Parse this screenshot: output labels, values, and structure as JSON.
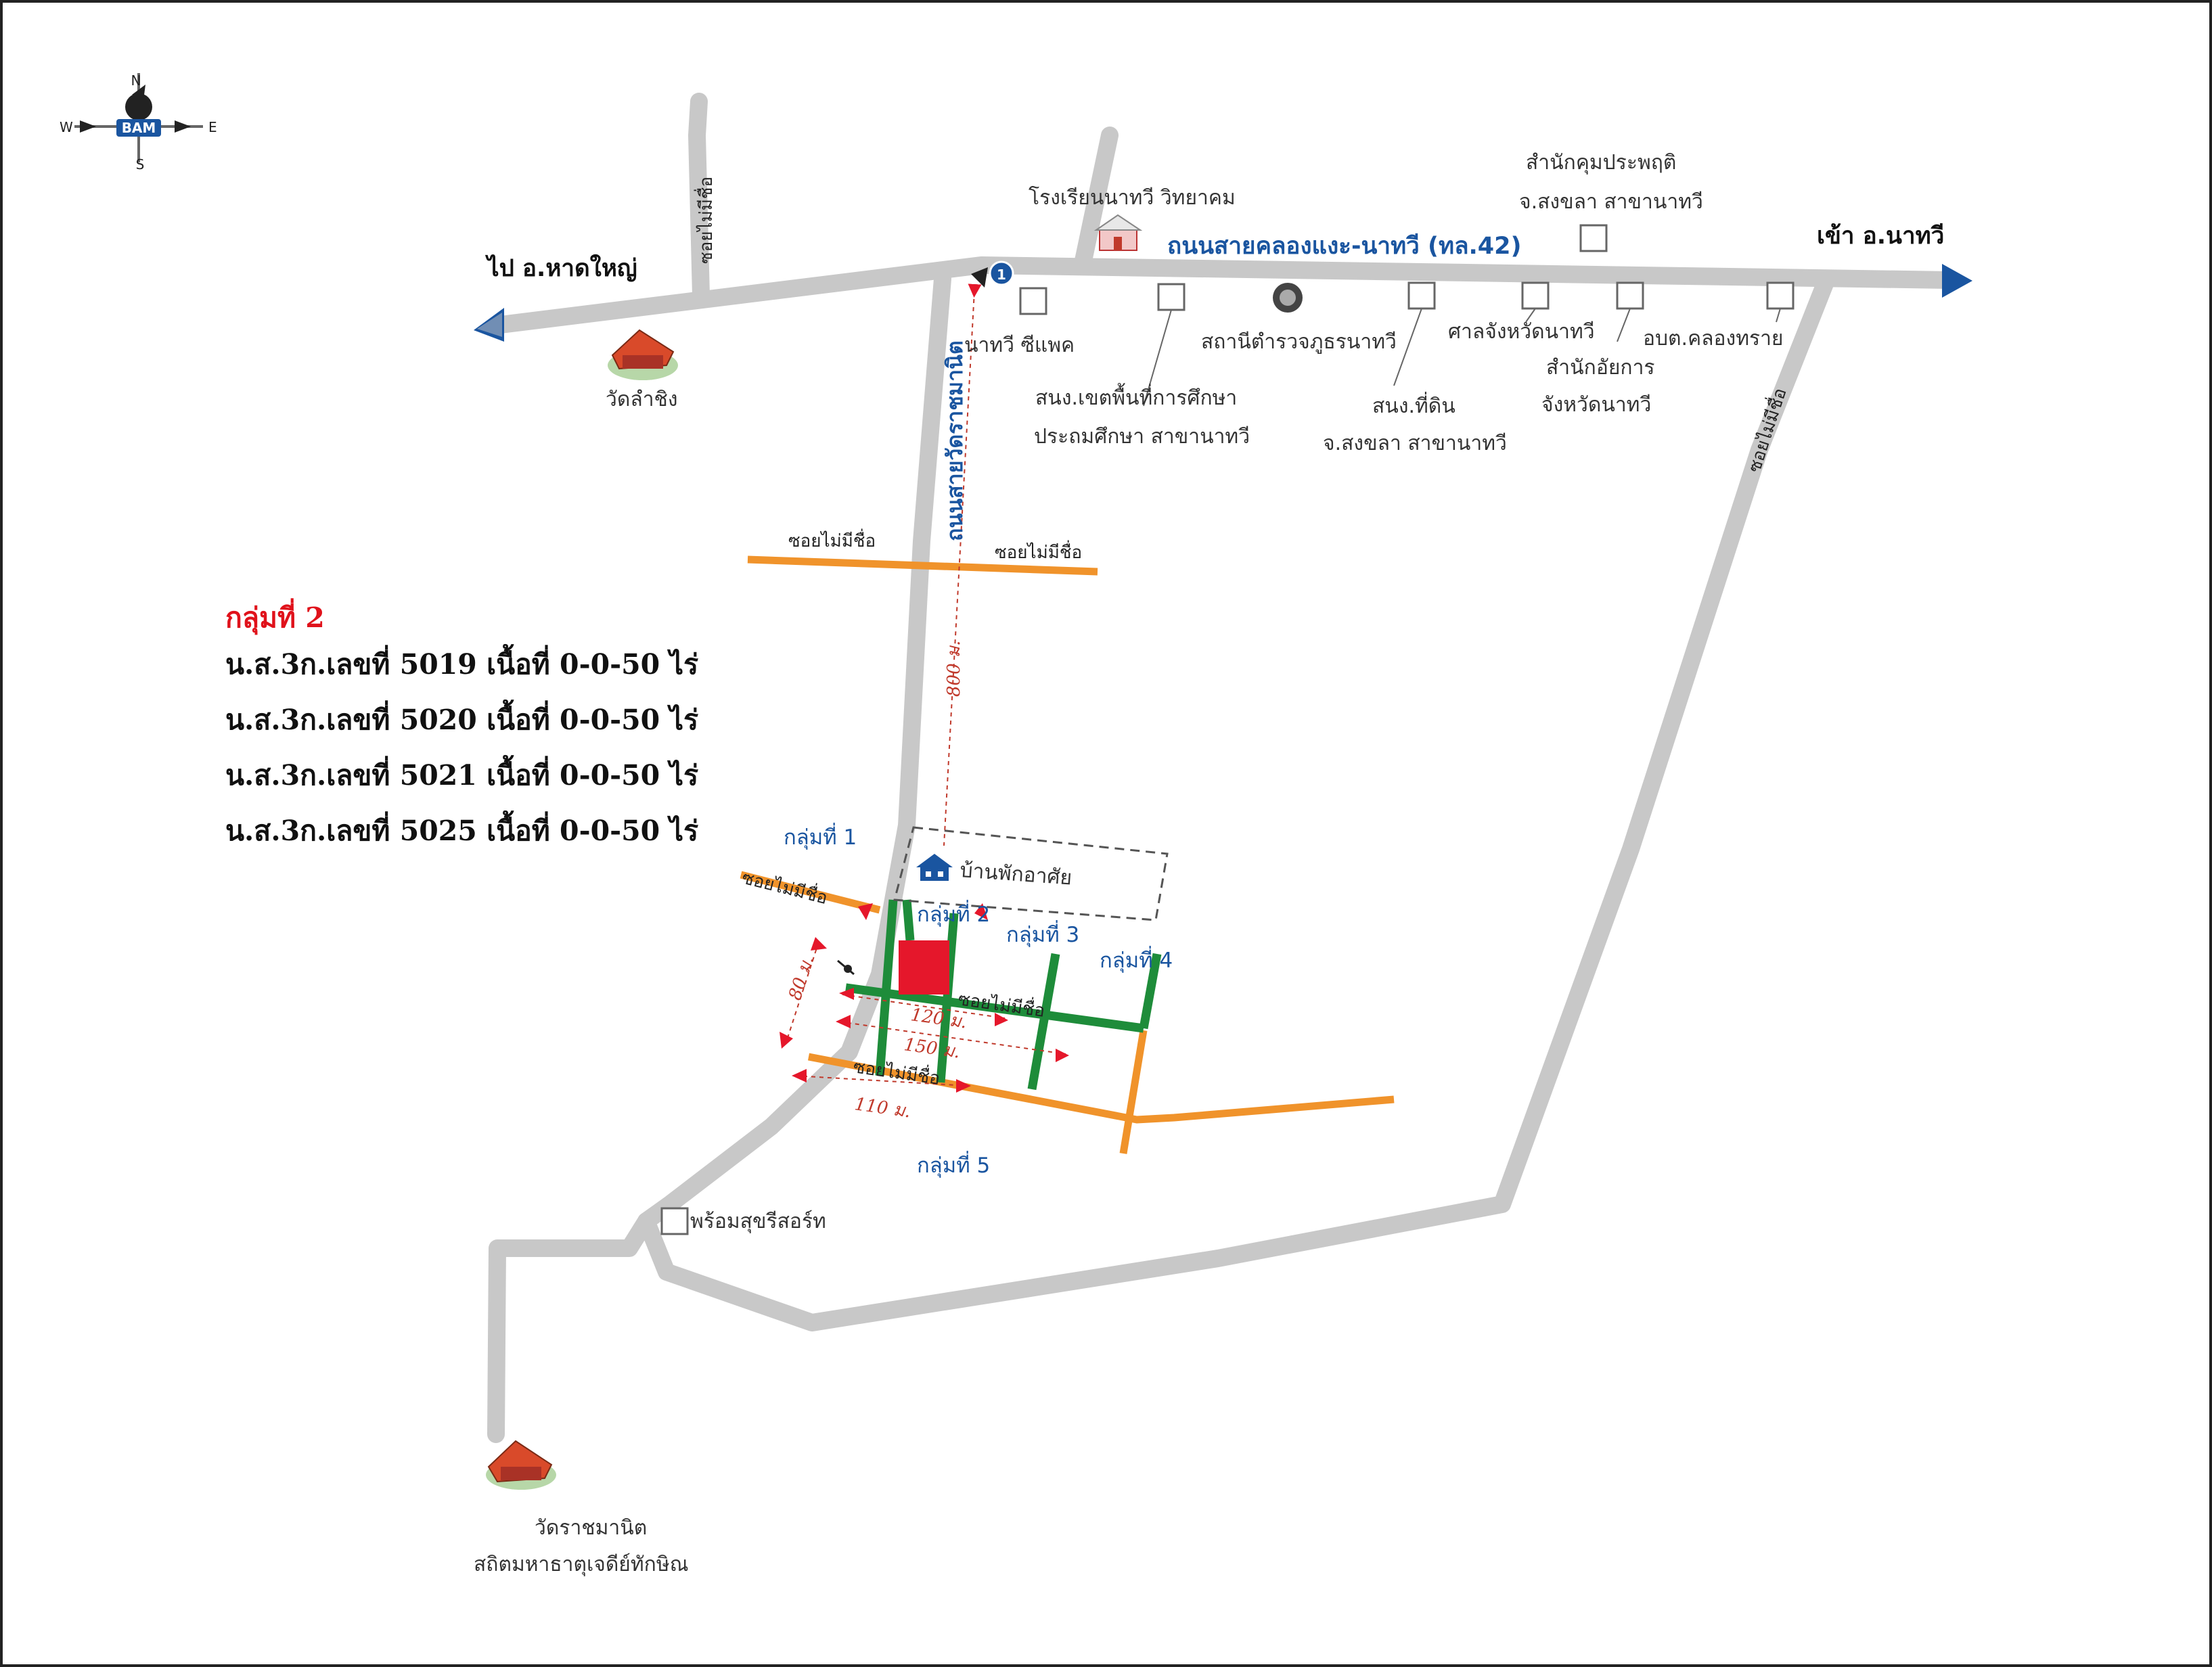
{
  "colors": {
    "road_main": "#c8c8c8",
    "road_soi": "#f0932b",
    "plot_line": "#1e8c3a",
    "target_plot": "#e5172b",
    "label_blue": "#1a55a0",
    "distance_red": "#c0392b",
    "info_red": "#e0121b"
  },
  "compass": {
    "n": "N",
    "s": "S",
    "e": "E",
    "w": "W",
    "logo": "BAM"
  },
  "roads": {
    "main_road": "ถนนสายคลองแงะ-นาทวี (ทล.42)",
    "side_road": "ถนนสายวัดราชมานิต",
    "to_hatyai": "ไป อ.หาดใหญ่",
    "to_nathawi": "เข้า อ.นาทวี",
    "soi_no_name": "ซอยไม่มีชื่อ"
  },
  "landmarks": {
    "school": "โรงเรียนนาทวี วิทยาคม",
    "museum_line1": "สำนักคุมประพฤติ",
    "museum_line2": "จ.สงขลา สาขานาทวี",
    "wat_lamching": "วัดลำชิง",
    "nathawi_cpac": "นาทวี ซีแพค",
    "edu_office_line1": "สนง.เขตพื้นที่การศึกษา",
    "edu_office_line2": "ประถมศึกษา สาขานาทวี",
    "police": "สถานีตำรวจภูธรนาทวี",
    "land_office_line1": "สนง.ที่ดิน",
    "land_office_line2": "จ.สงขลา สาขานาทวี",
    "court": "ศาลจังหวัดนาทวี",
    "prosecutor_line1": "สำนักอัยการ",
    "prosecutor_line2": "จังหวัดนาทวี",
    "sao": "อบต.คลองทราย",
    "house": "บ้านพักอาศัย",
    "resort": "พร้อมสุขรีสอร์ท",
    "wat_ratchamanit_line1": "วัดราชมานิต",
    "wat_ratchamanit_line2": "สถิตมหาธาตุเจดีย์ทักษิณ",
    "marker_num": "1"
  },
  "groups": {
    "g1": "กลุ่มที่ 1",
    "g2": "กลุ่มที่ 2",
    "g3": "กลุ่มที่ 3",
    "g4": "กลุ่มที่ 4",
    "g5": "กลุ่มที่ 5"
  },
  "distances": {
    "d800": "800 ม.",
    "d80": "80 ม.",
    "d120": "120 ม.",
    "d150": "150 ม.",
    "d110": "110 ม."
  },
  "info": {
    "title": "กลุ่มที่ 2",
    "deeds": [
      "น.ส.3ก.เลขที่ 5019 เนื้อที่ 0-0-50 ไร่",
      "น.ส.3ก.เลขที่ 5020 เนื้อที่ 0-0-50 ไร่",
      "น.ส.3ก.เลขที่ 5021 เนื้อที่ 0-0-50 ไร่",
      "น.ส.3ก.เลขที่ 5025 เนื้อที่ 0-0-50 ไร่"
    ]
  }
}
